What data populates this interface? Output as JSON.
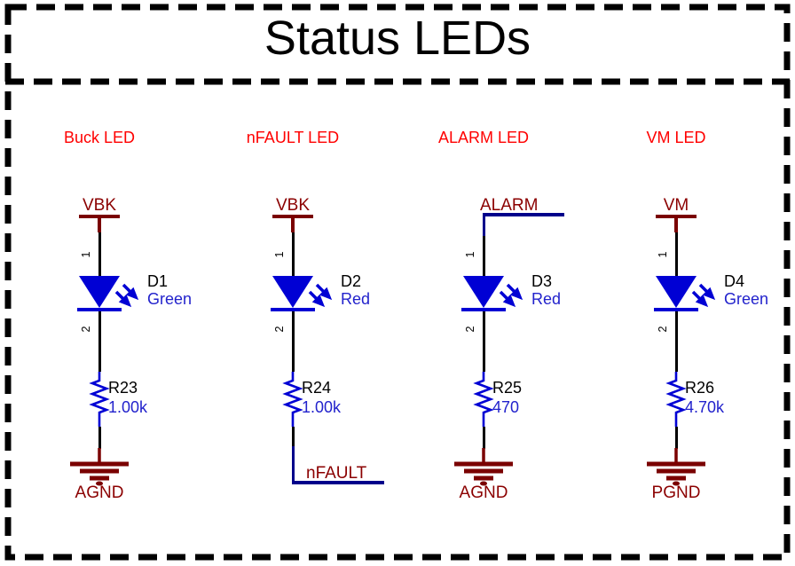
{
  "title": "Status LEDs",
  "colors": {
    "section_label": "#FF0000",
    "net_label": "#8B0000",
    "power_ground_symbol": "#7A0000",
    "component_symbol_blue": "#0000D4",
    "value_text_blue": "#2222CC",
    "wire_black": "#000000",
    "net_wire_dark_blue": "#00008B"
  },
  "columns": [
    {
      "title": "Buck LED",
      "top_net": {
        "kind": "power",
        "label": "VBK"
      },
      "led": {
        "designator": "D1",
        "color": "Green",
        "pin_top": "1",
        "pin_bottom": "2"
      },
      "resistor": {
        "designator": "R23",
        "value": "1.00k"
      },
      "bottom_net": {
        "kind": "ground",
        "label": "AGND"
      }
    },
    {
      "title": "nFAULT LED",
      "top_net": {
        "kind": "power",
        "label": "VBK"
      },
      "led": {
        "designator": "D2",
        "color": "Red",
        "pin_top": "1",
        "pin_bottom": "2"
      },
      "resistor": {
        "designator": "R24",
        "value": "1.00k"
      },
      "bottom_net": {
        "kind": "net",
        "label": "nFAULT"
      }
    },
    {
      "title": "ALARM LED",
      "top_net": {
        "kind": "net",
        "label": "ALARM"
      },
      "led": {
        "designator": "D3",
        "color": "Red",
        "pin_top": "1",
        "pin_bottom": "2"
      },
      "resistor": {
        "designator": "R25",
        "value": "470"
      },
      "bottom_net": {
        "kind": "ground",
        "label": "AGND"
      }
    },
    {
      "title": "VM LED",
      "top_net": {
        "kind": "power",
        "label": "VM"
      },
      "led": {
        "designator": "D4",
        "color": "Green",
        "pin_top": "1",
        "pin_bottom": "2"
      },
      "resistor": {
        "designator": "R26",
        "value": "4.70k"
      },
      "bottom_net": {
        "kind": "ground",
        "label": "PGND"
      }
    }
  ]
}
